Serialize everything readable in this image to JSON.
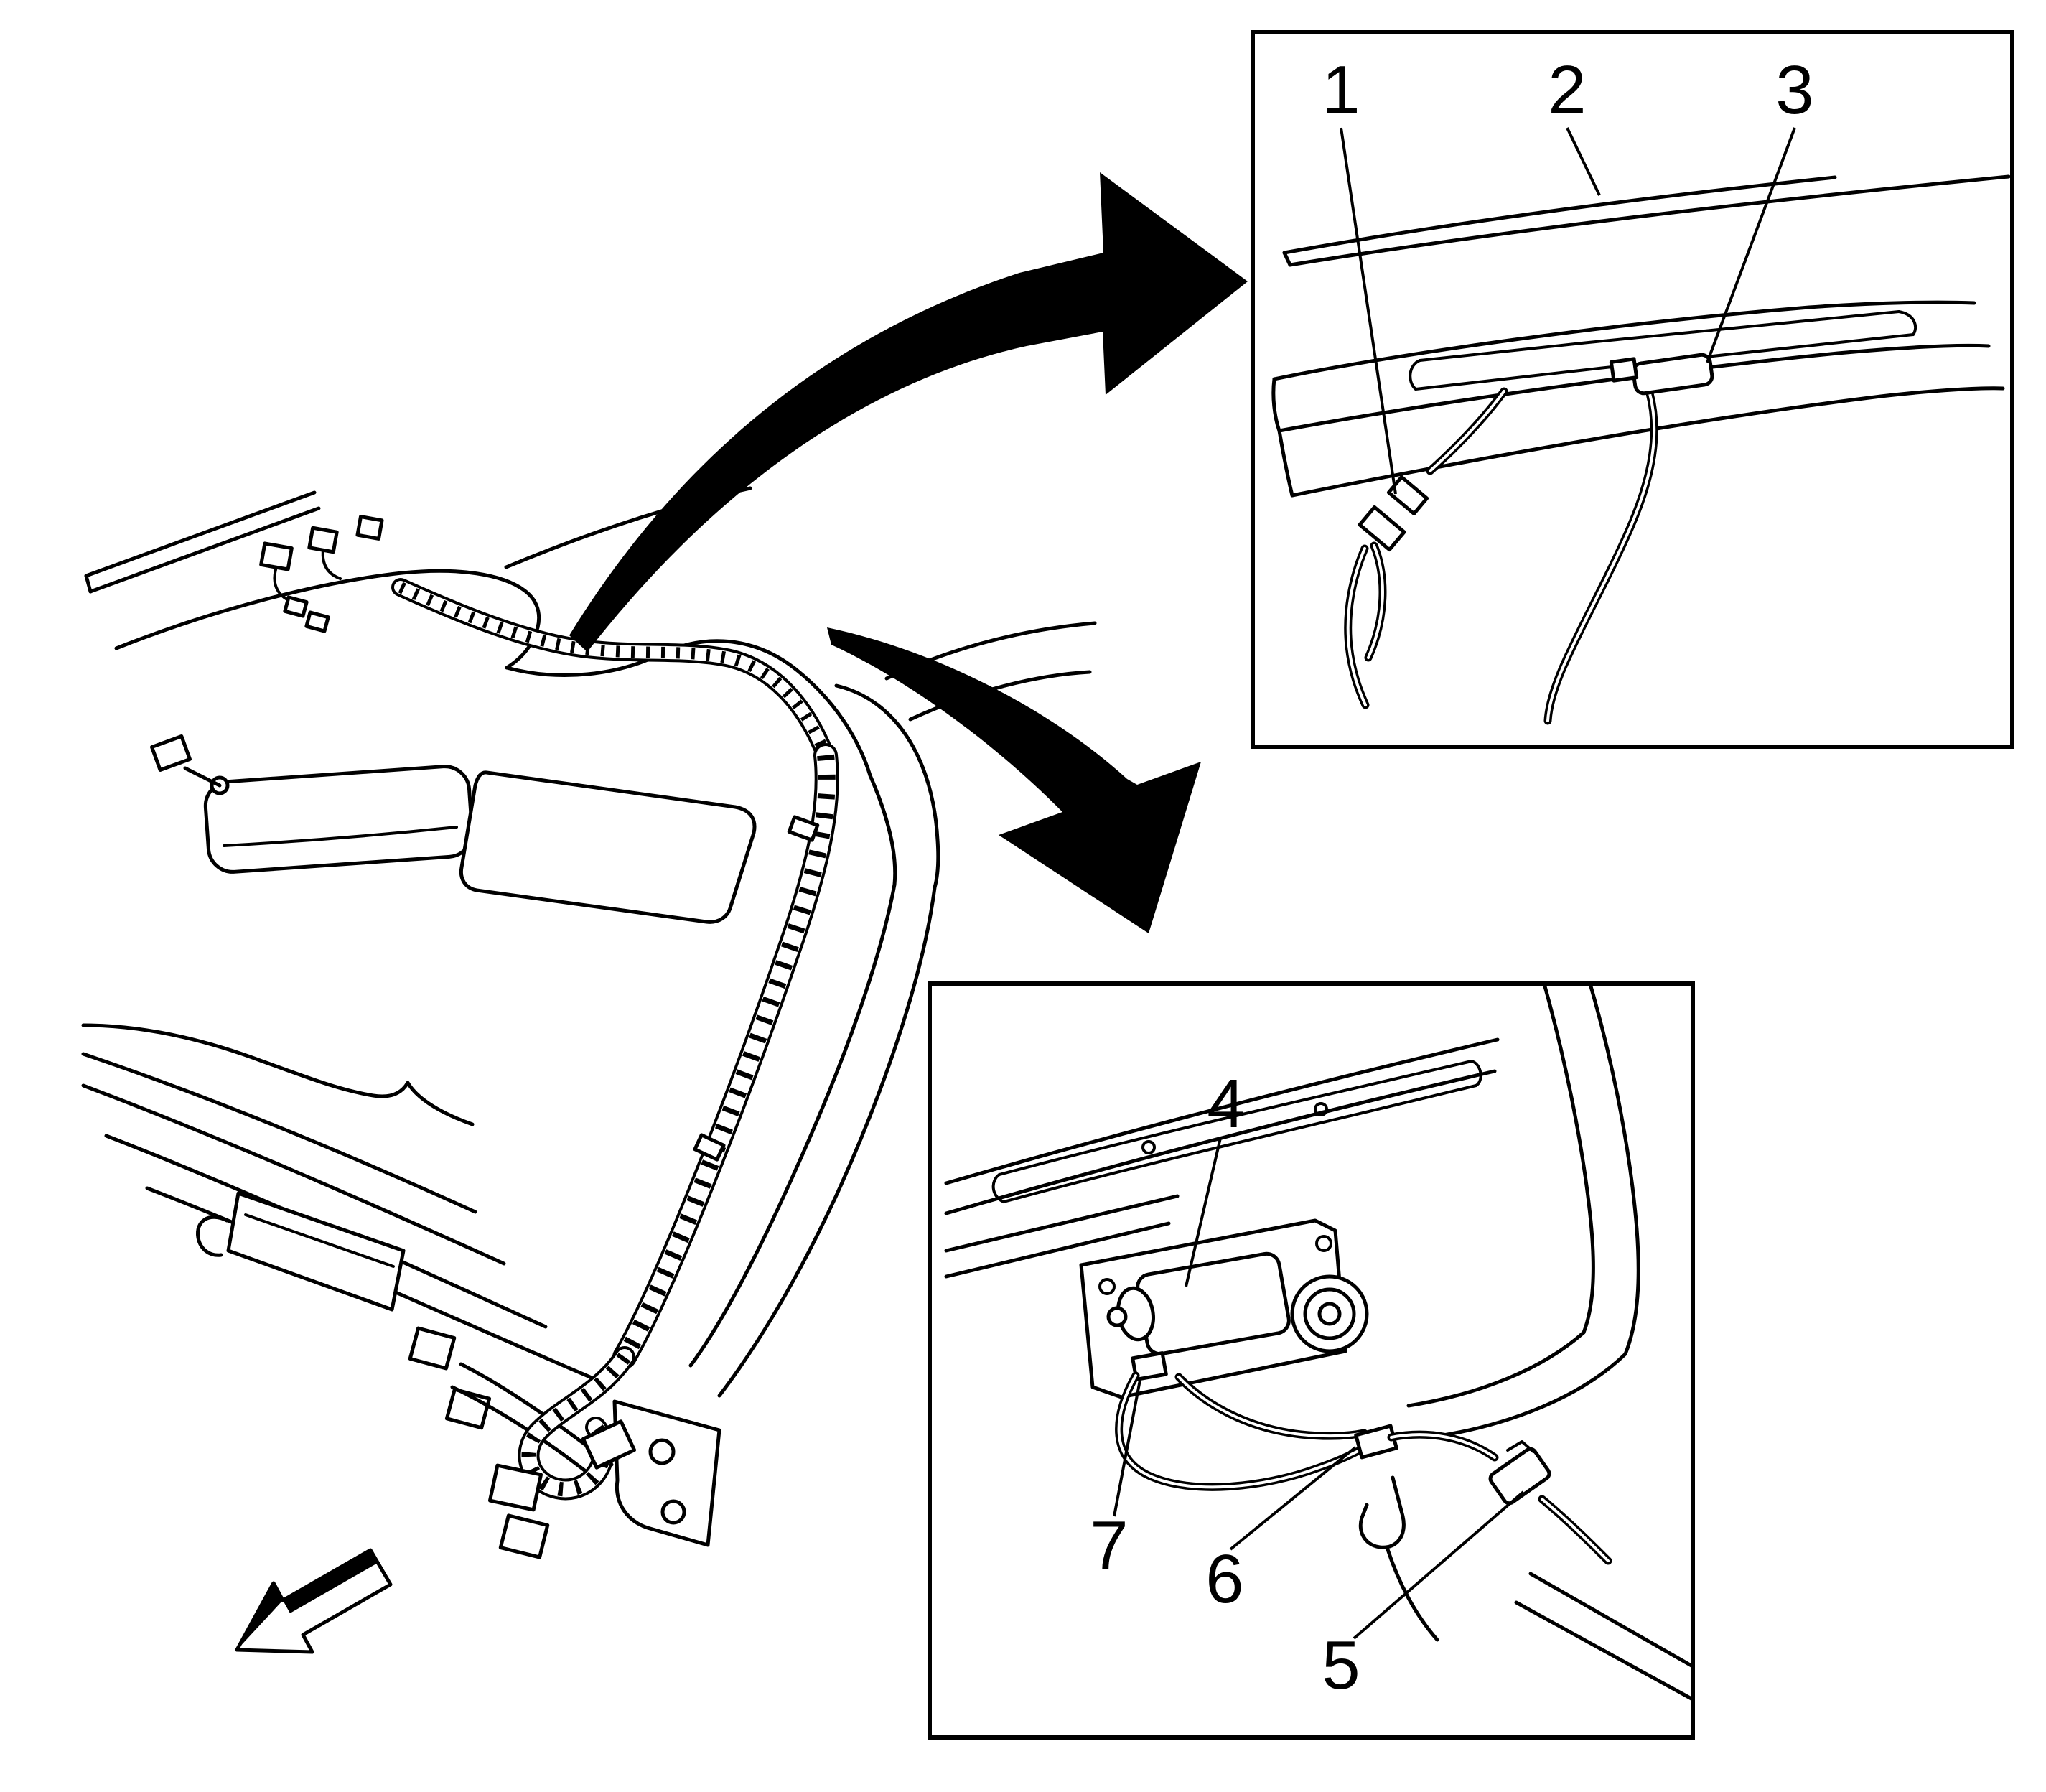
{
  "diagram": {
    "background": "#ffffff",
    "ink": "#000000",
    "inset_top": {
      "callouts": [
        {
          "label": "1"
        },
        {
          "label": "2"
        },
        {
          "label": "3"
        }
      ]
    },
    "inset_bottom": {
      "callouts": [
        {
          "label": "4"
        },
        {
          "label": "5"
        },
        {
          "label": "6"
        },
        {
          "label": "7"
        }
      ]
    },
    "icons": {
      "arrow_to_top_inset": "curved-solid-arrow",
      "arrow_to_bottom_inset": "curved-solid-arrow",
      "view_direction_arrow": "outline-3d-arrow"
    }
  }
}
